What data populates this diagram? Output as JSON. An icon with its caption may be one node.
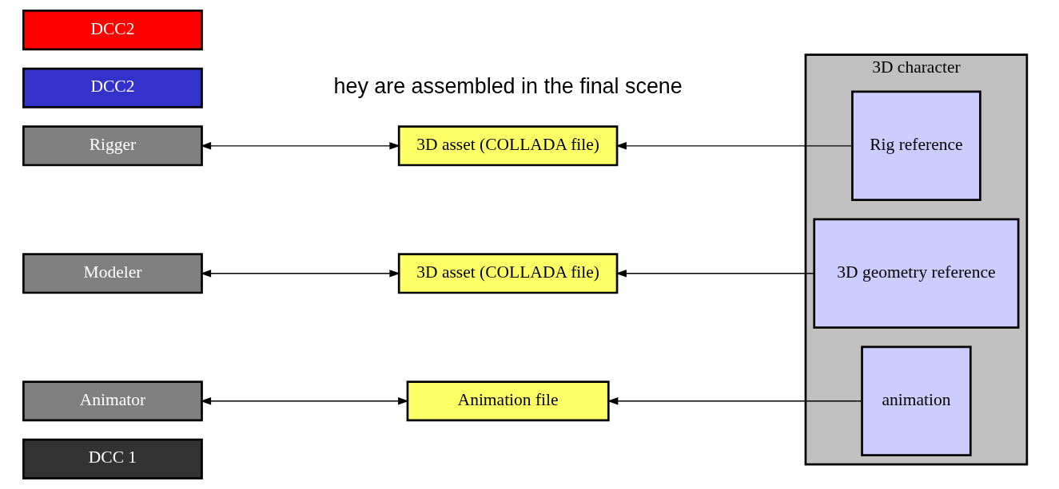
{
  "diagram": {
    "nodes": [
      {
        "text": [
          "DCC 1"
        ]
      },
      {
        "text": [
          "Rigger"
        ]
      },
      {
        "text": [
          "DCC2"
        ]
      },
      {
        "text": [
          "Modeler"
        ]
      },
      {
        "text": [
          "DCC2"
        ]
      },
      {
        "text": [
          "Animator"
        ]
      },
      {
        "text": [
          "3D asset (COLLADA file)"
        ]
      },
      {
        "text": [
          "3D asset (COLLADA file)"
        ]
      },
      {
        "text": [
          "Animation file"
        ]
      },
      {
        "text": [
          "3D character"
        ]
      },
      {
        "text": [
          "Rig reference"
        ],
        "in": 9
      },
      {
        "text": [
          "3D geometry reference"
        ],
        "in": 9
      },
      {
        "text": [
          "animation"
        ],
        "in": 9
      }
    ],
    "edges": [
      {
        "from": 1,
        "to": 6,
        "arrow": "both"
      },
      {
        "from": 3,
        "to": 7,
        "arrow": "both"
      },
      {
        "from": 5,
        "to": 8,
        "arrow": "both"
      },
      {
        "from": 10,
        "to": 6,
        "arrow": "to"
      },
      {
        "from": 11,
        "to": 7,
        "arrow": "to"
      },
      {
        "from": 12,
        "to": 8,
        "arrow": "to"
      }
    ],
    "labels": [
      "hey are assembled in the final scene"
    ]
  }
}
